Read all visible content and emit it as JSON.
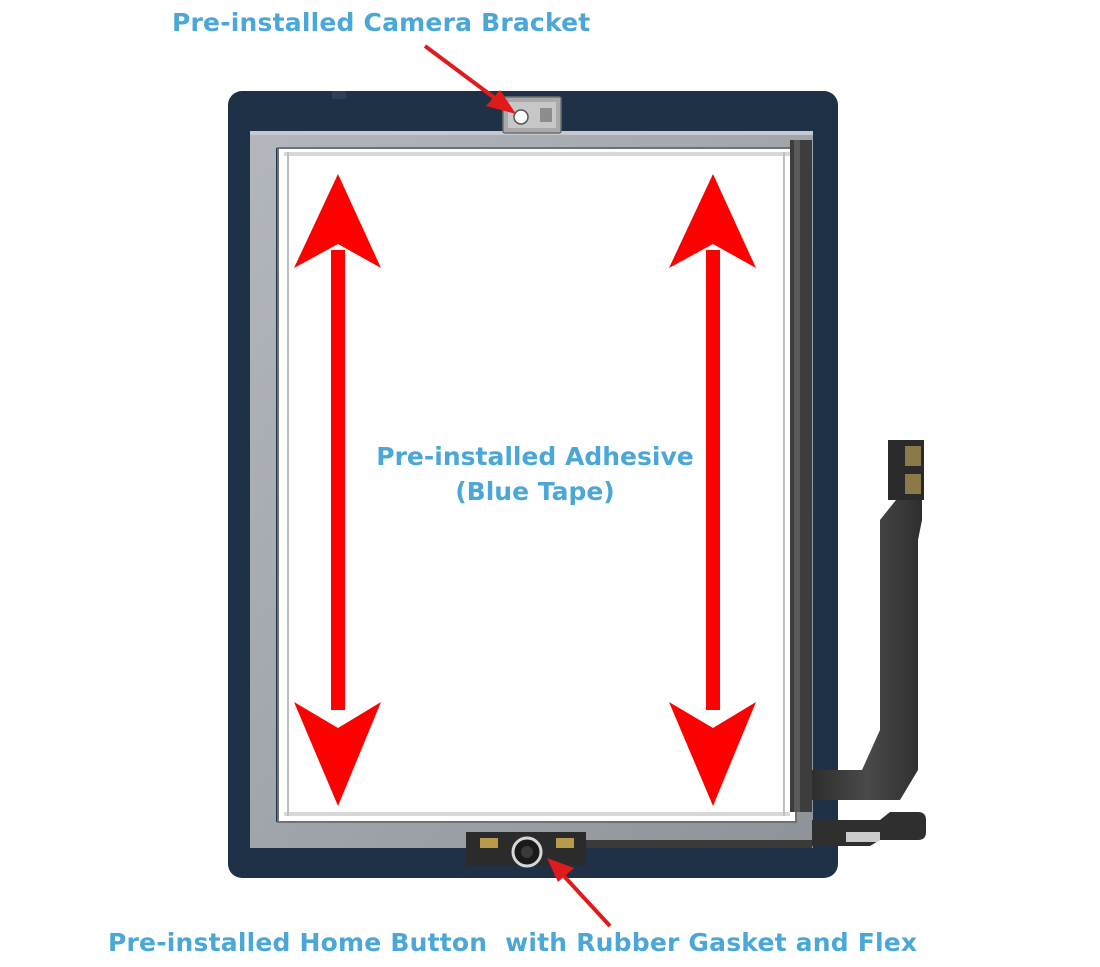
{
  "labels": {
    "camera_bracket": "Pre-installed Camera Bracket",
    "adhesive_line1": "Pre-installed Adhesive",
    "adhesive_line2": "(Blue Tape)",
    "home_button": "Pre-installed Home Button  with Rubber Gasket and Flex"
  },
  "colors": {
    "label_blue": "#4aa7d8",
    "frame_navy": "#1f3147",
    "bezel_gray": "#9a9ea5",
    "flex_cable": "#3a3a3a",
    "arrow_red": "#ff0000"
  },
  "icons": [
    "camera-bracket",
    "home-button",
    "flex-cable",
    "double-arrow"
  ]
}
